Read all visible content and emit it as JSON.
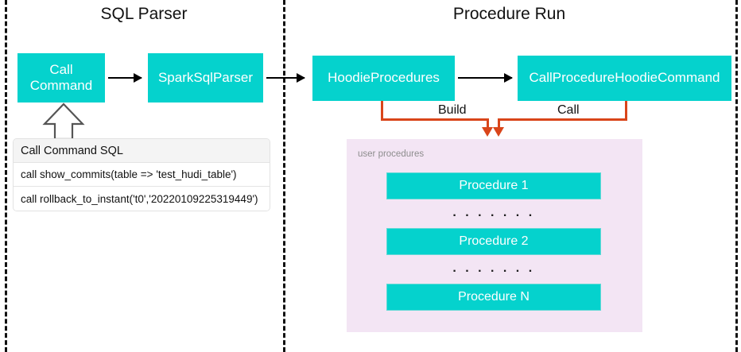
{
  "diagram": {
    "sections": [
      {
        "id": "sql-parser",
        "title": "SQL Parser"
      },
      {
        "id": "procedure-run",
        "title": "Procedure Run"
      }
    ],
    "nodes": [
      {
        "id": "call-command",
        "label": "Call\nCommand"
      },
      {
        "id": "spark-sql-parser",
        "label": "SparkSqlParser"
      },
      {
        "id": "hoodie-procedures",
        "label": "HoodieProcedures"
      },
      {
        "id": "call-procedure-hoodie-command",
        "label": "CallProcedureHoodieCommand"
      }
    ],
    "node_labels": {
      "call_command_line1": "Call",
      "call_command_line2": "Command",
      "spark_sql_parser": "SparkSqlParser",
      "hoodie_procedures": "HoodieProcedures",
      "call_procedure_hoodie_command": "CallProcedureHoodieCommand"
    },
    "edge_labels": {
      "build": "Build",
      "call": "Call"
    },
    "sql_card": {
      "header": "Call Command SQL",
      "rows": [
        "call show_commits(table => 'test_hudi_table')",
        "call rollback_to_instant('t0','20220109225319449')"
      ]
    },
    "procedures_panel": {
      "label": "user procedures",
      "items": [
        "Procedure 1",
        "Procedure 2",
        "Procedure N"
      ],
      "separator": ". . . . . . ."
    },
    "colors": {
      "teal": "#05d2cd",
      "orange": "#d9451a",
      "panel_pink": "#f3e5f4",
      "arrow_black": "#000000",
      "text_dark": "#111111",
      "muted_gray": "#8d8d8d"
    }
  }
}
